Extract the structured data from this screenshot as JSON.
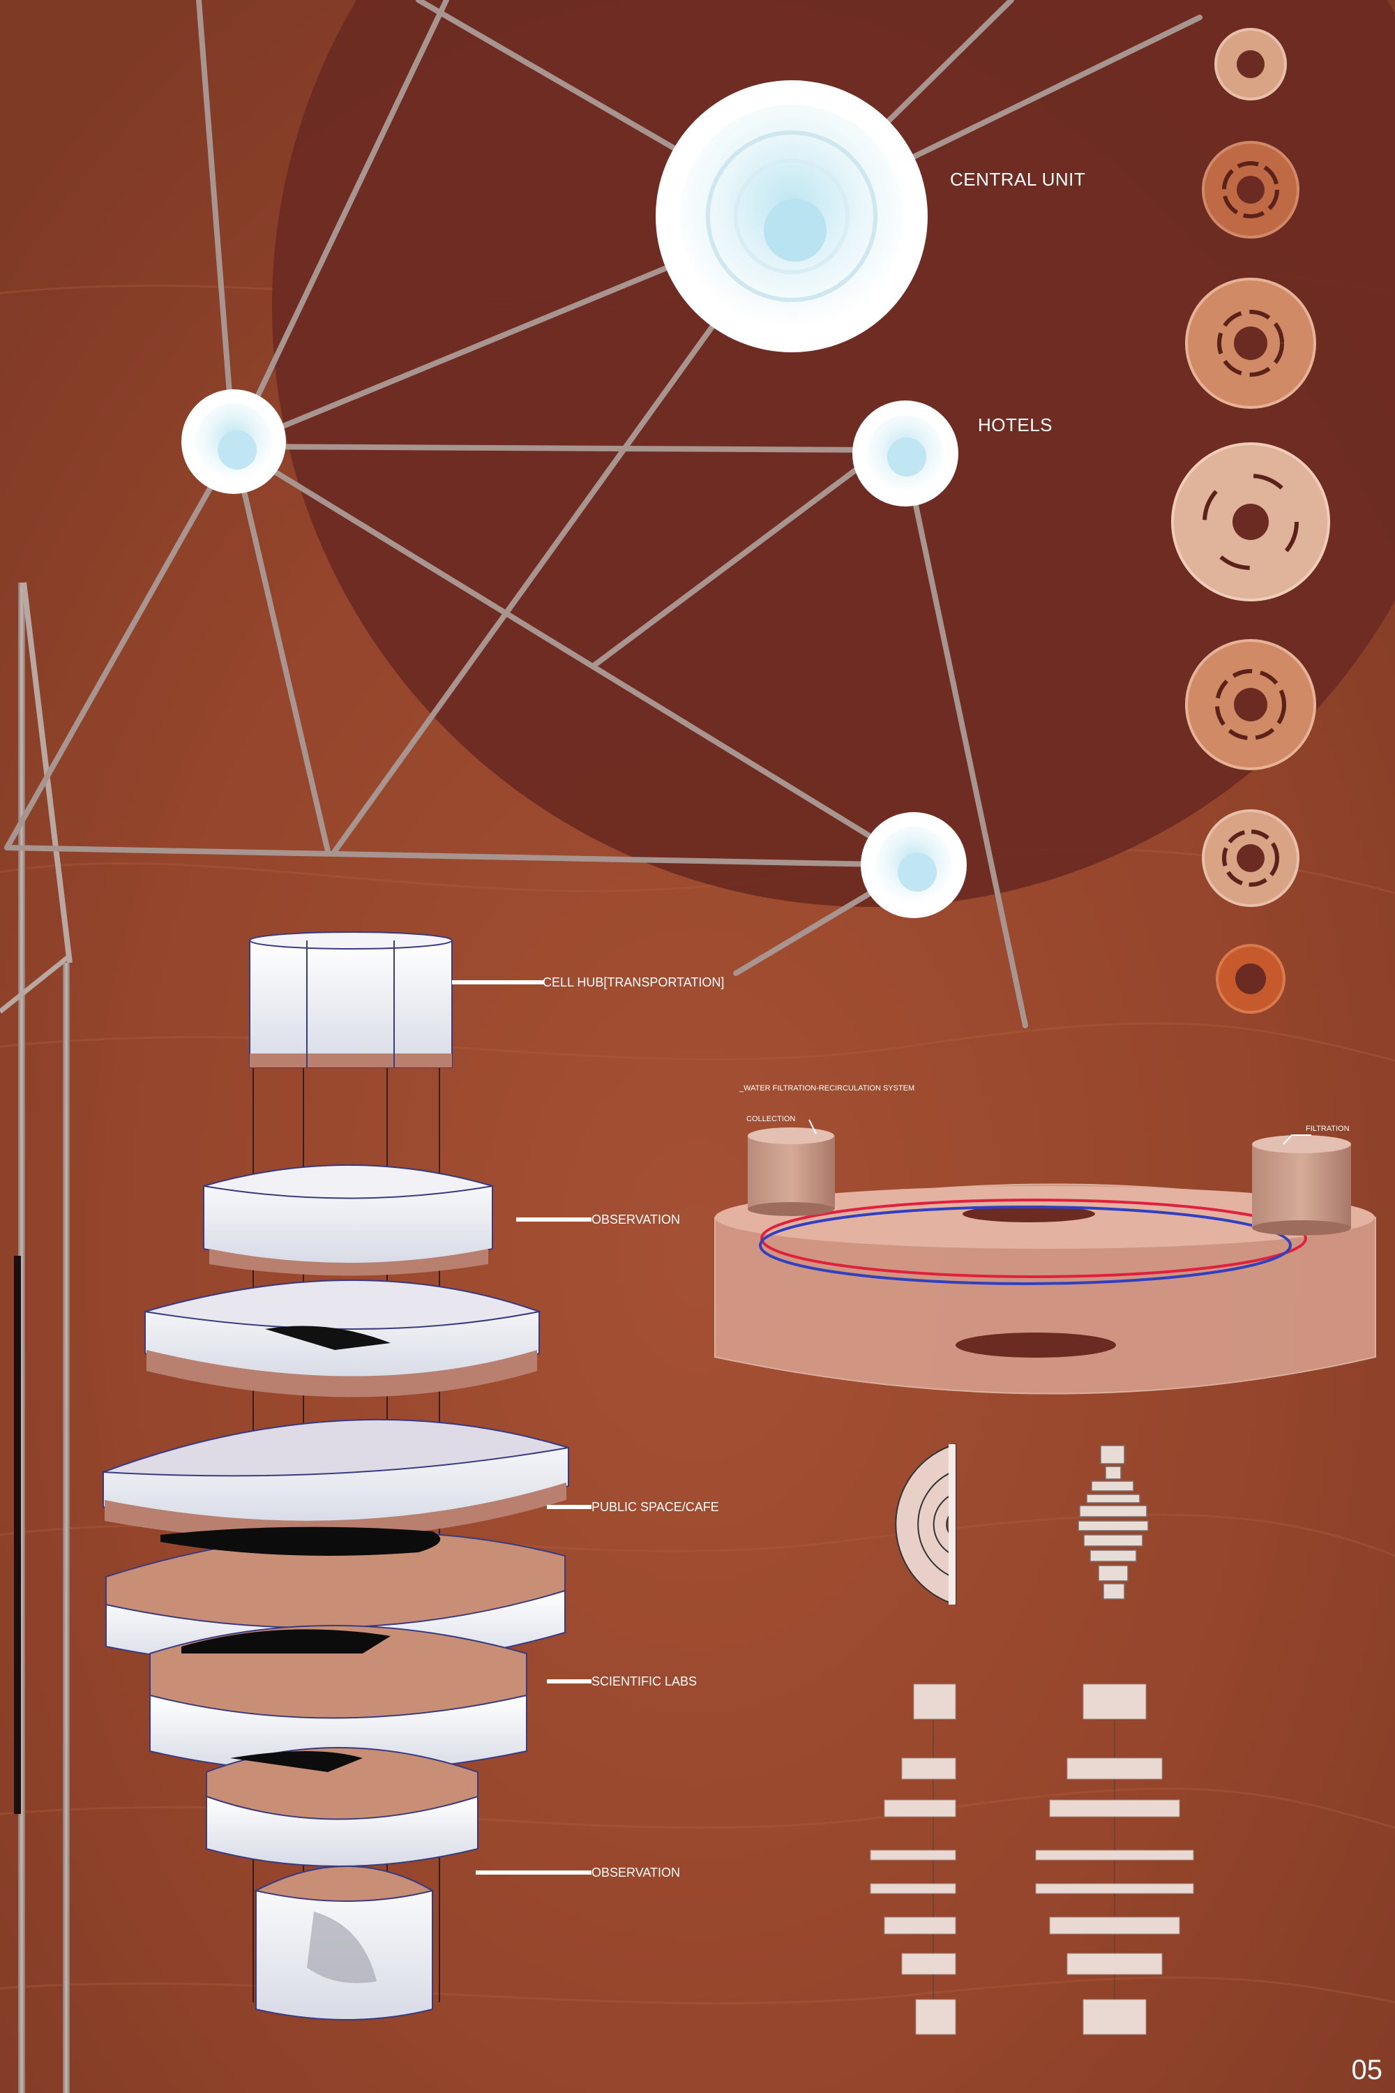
{
  "network": {
    "central_unit_label": "CENTRAL UNIT",
    "hotels_label": "HOTELS"
  },
  "section": {
    "labels": {
      "cell_hub": "CELL HUB[TRANSPORTATION]",
      "observation_top": "OBSERVATION",
      "public_space": "PUBLIC SPACE/CAFE",
      "scientific_labs": "SCIENTIFIC LABS",
      "observation_bottom": "OBSERVATION"
    }
  },
  "water_system": {
    "title": "_WATER FILTRATION-RECIRCULATION SYSTEM",
    "collection_label": "COLLECTION",
    "filtration_label": "FILTRATION"
  },
  "page_number": "05",
  "colors": {
    "background": "#9a4a30",
    "dark_circle": "#6b2a22",
    "unit_white": "#e9f6fa",
    "disc_tan": "#d9a386",
    "disc_dark": "#c06a45",
    "pipe": "#a9958f",
    "filtration_ring_red": "#e0203c",
    "filtration_ring_blue": "#3040c0"
  }
}
